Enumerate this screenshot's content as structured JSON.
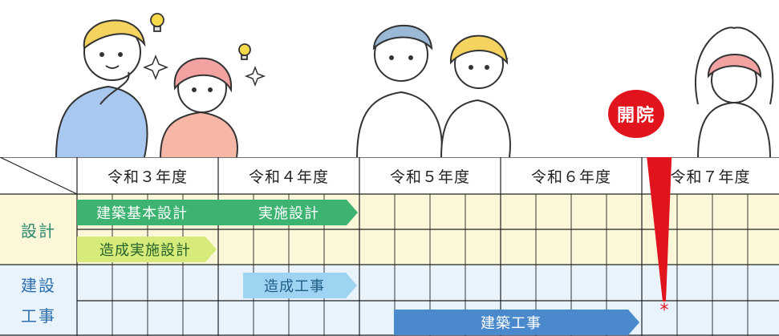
{
  "years": [
    "令和３年度",
    "令和４年度",
    "令和５年度",
    "令和６年度",
    "令和７年度"
  ],
  "rows": {
    "design": "設計",
    "construction": "建設\n工事"
  },
  "construction_lines": [
    "建設",
    "工事"
  ],
  "tasks": {
    "basic_design": "建築基本設計",
    "detailed_design": "実施設計",
    "grading_design": "造成実施設計",
    "grading_work": "造成工事",
    "building_work": "建築工事"
  },
  "milestone": "開院",
  "colors": {
    "green": "#3cb371",
    "lime": "#d6eb7a",
    "sky": "#9fd3f2",
    "blue": "#4a89cc",
    "design_bg": "#fbf7d8",
    "construction_bg": "#e8f3fb",
    "marker": "#e1141e"
  }
}
